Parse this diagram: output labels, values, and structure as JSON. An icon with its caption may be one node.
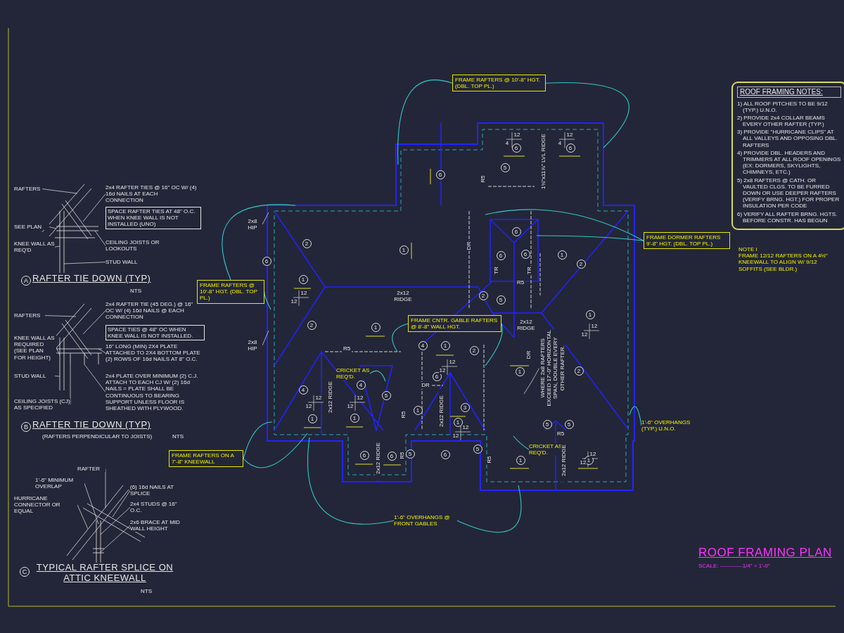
{
  "diagram": {
    "title": "ROOF FRAMING PLAN",
    "nodes": [
      {
        "text": [
          "RAFTERS"
        ]
      },
      {
        "text": [
          "2x4 RAFTER TIES @ 16\" OC W/ (4) 16d NAILS AT EACH CONNECTION"
        ]
      },
      {
        "text": [
          "SPACE RAFTER TIES AT 48\" O.C. WHEN KNEE WALL IS NOT INSTALLED (UNO)"
        ]
      },
      {
        "text": [
          "SEE PLAN"
        ]
      },
      {
        "text": [
          "KNEE WALL AS REQ'D"
        ]
      },
      {
        "text": [
          "CEILING JOISTS OR LOOKOUTS"
        ]
      },
      {
        "text": [
          "STUD WALL"
        ]
      },
      {
        "text": [
          "RAFTERS"
        ]
      },
      {
        "text": [
          "2x4 RAFTER TIE (45 DEG.) @ 16\" OC W/ (4) 16d NAILS @ EACH CONNECTION"
        ]
      },
      {
        "text": [
          "SPACE TIES @ 48\" OC WHEN KNEE WALL IS NOT INSTALLED."
        ]
      },
      {
        "text": [
          "16\" LONG (MIN) 2X4 PLATE ATTACHED TO 2X4 BOTTOM PLATE (2) ROWS OF 16d NAILS AT 8\" O.C."
        ]
      },
      {
        "text": [
          "KNEE WALL AS REQUIRED (SEE PLAN FOR HEIGHT)"
        ]
      },
      {
        "text": [
          "2x4 PLATE OVER MINIMUM (2) C.J. ATTACH TO EACH CJ W/ (2) 16d NAILS = PLATE SHALL BE CONTINUOUS TO BEARING SUPPORT UNLESS FLOOR IS SHEATHED WITH PLYWOOD."
        ]
      },
      {
        "text": [
          "STUD WALL"
        ]
      },
      {
        "text": [
          "CEILING JOISTS (CJ) AS SPECIFIED"
        ]
      },
      {
        "text": [
          "RAFTER"
        ]
      },
      {
        "text": [
          "1'-6\" MINIMUM OVERLAP"
        ]
      },
      {
        "text": [
          "HURRICANE CONNECTOR OR EQUAL"
        ]
      },
      {
        "text": [
          "(6) 16d NAILS AT SPLICE"
        ]
      },
      {
        "text": [
          "2x4 STUDS @ 16\" O.C."
        ]
      },
      {
        "text": [
          "2x6 BRACE AT MID WALL HEIGHT"
        ]
      },
      {
        "text": [
          "FRAME RAFTERS @ 10'-8\" HGT. (DBL. TOP PL.)"
        ]
      },
      {
        "text": [
          "2x8 HIP"
        ]
      },
      {
        "text": [
          "FRAME RAFTERS @ 10'-8\" HGT. (DBL. TOP PL.)"
        ]
      },
      {
        "text": [
          "FRAME DORMER RAFTERS 9'-8\" HGT. (DBL. TOP PL.)"
        ]
      },
      {
        "text": [
          "2x8 HIP"
        ]
      },
      {
        "text": [
          "FRAME CNTR. GABLE RAFTERS @ 8'-8\" WALL HGT."
        ]
      },
      {
        "text": [
          "CRICKET AS REQ'D."
        ]
      },
      {
        "text": [
          "WHERE 2x8 RAFTERS EXCEED 17'-0\" HORIZONTAL SPAN, DOUBLE EVERY OTHER RAFTER."
        ]
      },
      {
        "text": [
          "FRAME RAFTERS ON A 7'-8\" KNEEWALL"
        ]
      },
      {
        "text": [
          "CRICKET AS REQ'D."
        ]
      },
      {
        "text": [
          "1'-6\" OVERHANGS (TYP.) U.N.O."
        ]
      },
      {
        "text": [
          "1'-6\" OVERHANGS @ FRONT GABLES"
        ]
      },
      {
        "text": [
          "ROOF FRAMING NOTES:",
          "1) ALL ROOF PITCHES TO BE 9/12 (TYP.) U.N.O.",
          "2) PROVIDE 2x4 COLLAR BEAMS EVERY OTHER RAFTER (TYP.)",
          "3) PROVIDE \"HURRICANE CLIPS\" AT ALL VALLEYS AND OPPOSING DBL. RAFTERS",
          "4) PROVIDE DBL. HEADERS AND TRIMMERS AT ALL ROOF OPENINGS (EX: DORMERS, SKYLIGHTS, CHIMNEYS, ETC.)",
          "5) 2x8 RAFTERS @ CATH. OR VAULTED CLGS. TO BE FURRED DOWN OR USE DEEPER RAFTERS (VERIFY BRNG. HGT.) FOR PROPER INSULATION PER CODE",
          "6) VERIFY ALL RAFTER BRNG. HGTS. BEFORE CONSTR. HAS BEGUN"
        ]
      },
      {
        "text": [
          "NOTE I",
          "FRAME 12/12 RAFTERS ON A 4½\" KNEEWALL TO ALIGN W/ 9/12 SOFFITS (SEE BLDR.)"
        ]
      }
    ],
    "edges": [
      {
        "from": 0,
        "to": null,
        "arrow": "none"
      },
      {
        "from": 1,
        "to": null,
        "arrow": "none"
      },
      {
        "from": 3,
        "to": null,
        "arrow": "none"
      },
      {
        "from": 4,
        "to": null,
        "arrow": "none"
      },
      {
        "from": 5,
        "to": null,
        "arrow": "none"
      },
      {
        "from": 6,
        "to": null,
        "arrow": "none"
      },
      {
        "from": 7,
        "to": null,
        "arrow": "none"
      },
      {
        "from": 8,
        "to": null,
        "arrow": "none"
      },
      {
        "from": 10,
        "to": null,
        "arrow": "none"
      },
      {
        "from": 11,
        "to": null,
        "arrow": "none"
      },
      {
        "from": 12,
        "to": null,
        "arrow": "none"
      },
      {
        "from": 13,
        "to": null,
        "arrow": "none"
      },
      {
        "from": 14,
        "to": null,
        "arrow": "none"
      },
      {
        "from": 15,
        "to": null,
        "arrow": "none"
      },
      {
        "from": 16,
        "to": null,
        "arrow": "none"
      },
      {
        "from": 17,
        "to": null,
        "arrow": "none"
      },
      {
        "from": 18,
        "to": null,
        "arrow": "none"
      },
      {
        "from": 19,
        "to": null,
        "arrow": "none"
      },
      {
        "from": 20,
        "to": null,
        "arrow": "none"
      },
      {
        "from": 21,
        "to": null,
        "arrow": "none",
        "color": "#35c8c8"
      },
      {
        "from": 21,
        "to": null,
        "arrow": "none",
        "color": "#35c8c8"
      },
      {
        "from": 22,
        "to": null,
        "arrow": "none"
      },
      {
        "from": 23,
        "to": null,
        "arrow": "none",
        "color": "#35c8c8"
      },
      {
        "from": 23,
        "to": null,
        "arrow": "none",
        "color": "#35c8c8"
      },
      {
        "from": 24,
        "to": null,
        "arrow": "none",
        "color": "#35c8c8"
      },
      {
        "from": 24,
        "to": null,
        "arrow": "none",
        "color": "#35c8c8"
      },
      {
        "from": 25,
        "to": null,
        "arrow": "none"
      },
      {
        "from": 26,
        "to": null,
        "arrow": "none",
        "color": "#35c8c8"
      },
      {
        "from": 26,
        "to": null,
        "arrow": "none",
        "color": "#35c8c8"
      },
      {
        "from": 27,
        "to": null,
        "arrow": "none",
        "color": "#35c8c8"
      },
      {
        "from": 28,
        "to": null,
        "arrow": "none"
      },
      {
        "from": 29,
        "to": null,
        "arrow": "none",
        "color": "#35c8c8"
      },
      {
        "from": 29,
        "to": null,
        "arrow": "none",
        "color": "#35c8c8"
      },
      {
        "from": 30,
        "to": null,
        "arrow": "none",
        "color": "#35c8c8"
      },
      {
        "from": 31,
        "to": null,
        "arrow": "none",
        "color": "#35c8c8"
      },
      {
        "from": 32,
        "to": null,
        "arrow": "none",
        "color": "#35c8c8"
      },
      {
        "from": 32,
        "to": null,
        "arrow": "none",
        "color": "#35c8c8"
      }
    ],
    "labels": [
      "A",
      "RAFTER TIE DOWN (TYP)",
      "NTS",
      "B",
      "RAFTER TIE DOWN (TYP)",
      "(RAFTERS PERPENDICULAR TO JOISTS)",
      "NTS",
      "C",
      "TYPICAL RAFTER SPLICE ON ATTIC KNEEWALL",
      "NTS",
      "2x12 RIDGE",
      "1¾\"x11⅞\" LVL RIDGE",
      "R5",
      "DR",
      "TR",
      "TR",
      "R5",
      "2x12 RIDGE",
      "R5",
      "DR",
      "DR",
      "2x12 RIDGE",
      "R5",
      "2x12 RIDGE",
      "R5",
      "2x12 RIDGE",
      "R5",
      "R5",
      "2x12 RIDGE",
      "6",
      "5",
      "6",
      "6",
      "2",
      "1",
      "6",
      "1",
      "6",
      "1",
      "2",
      "6",
      "6",
      "2",
      "1",
      "2",
      "5",
      "1",
      "4",
      "1",
      "2",
      "6",
      "1",
      "2",
      "4",
      "4",
      "5",
      "1",
      "1",
      "1",
      "3",
      "1",
      "5",
      "5",
      "6",
      "6",
      "5",
      "6",
      "5",
      "1",
      "1",
      "12",
      "4",
      "12",
      "4",
      "12",
      "12",
      "12",
      "12",
      "12",
      "12",
      "12",
      "12",
      "12",
      "12",
      "12",
      "12",
      "12",
      "12",
      "SCALE: ------------1/4\" = 1'-0\""
    ]
  }
}
